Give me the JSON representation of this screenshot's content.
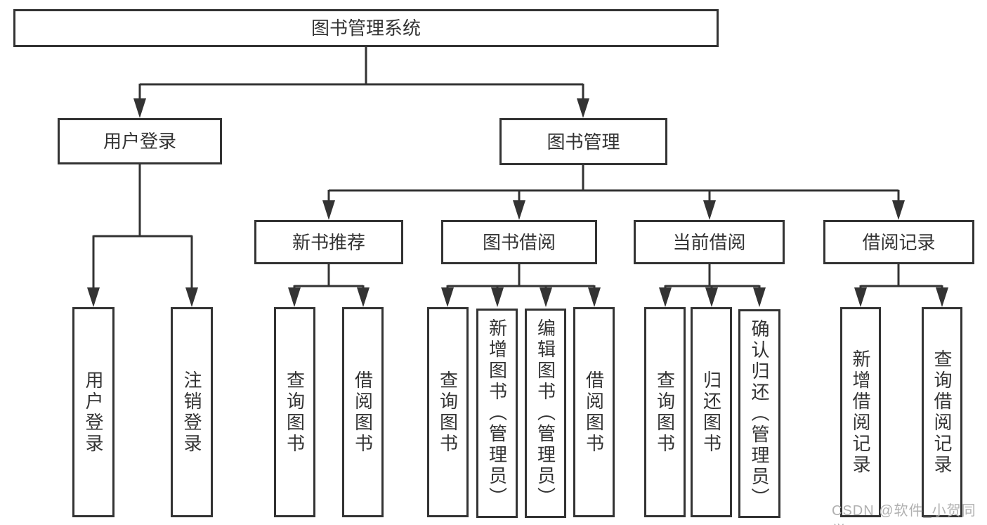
{
  "tree": {
    "root": {
      "label": "图书管理系统"
    },
    "children": [
      {
        "label": "用户登录",
        "children": [
          {
            "label": "用户登录"
          },
          {
            "label": "注销登录"
          }
        ]
      },
      {
        "label": "图书管理",
        "children": [
          {
            "label": "新书推荐",
            "children": [
              {
                "label": "查询图书"
              },
              {
                "label": "借阅图书"
              }
            ]
          },
          {
            "label": "图书借阅",
            "children": [
              {
                "label": "查询图书"
              },
              {
                "label": "新增图书（管理员）"
              },
              {
                "label": "编辑图书（管理员）"
              },
              {
                "label": "借阅图书"
              }
            ]
          },
          {
            "label": "当前借阅",
            "children": [
              {
                "label": "查询图书"
              },
              {
                "label": "归还图书"
              },
              {
                "label": "确认归还（管理员）"
              }
            ]
          },
          {
            "label": "借阅记录",
            "children": [
              {
                "label": "新增借阅记录"
              },
              {
                "label": "查询借阅记录"
              }
            ]
          }
        ]
      }
    ]
  },
  "watermark": {
    "text": "CSDN @软件_小贺同学"
  },
  "colors": {
    "line": "#333333",
    "box_border": "#333333",
    "text": "#333333",
    "watermark": "#b0b0b0",
    "background": "#ffffff"
  }
}
